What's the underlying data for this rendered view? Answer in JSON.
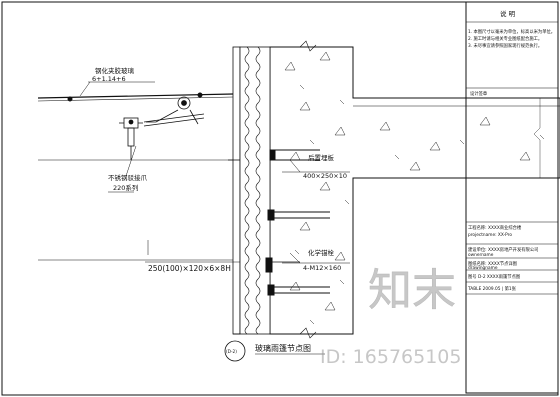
{
  "annotations": {
    "glass_spec": "钢化夹胶玻璃",
    "glass_thickness": "6+1.14+6",
    "steel_bracket": "不锈钢驳接爪",
    "steel_bracket_size": "220系列",
    "steel_section": "250(100)×120×6×8H",
    "embedded_plate_top": "后置埋板",
    "embedded_plate_top_size": "400×250×10",
    "embedded_plate_bottom": "化学锚栓",
    "embedded_plate_bottom_size": "4-M12×160"
  },
  "detail": {
    "marker": "(D-2)",
    "title": "玻璃雨篷节点图"
  },
  "title_block": {
    "header": "说  明",
    "notes": [
      "1. 本图尺寸以毫米为单位，标高以米为单位。",
      "2. 施工时请与相关专业图纸配合施工。",
      "3. 未尽事宜请参照国家现行规范执行。"
    ],
    "signature_header": "设计签章",
    "rows": [
      "工程名称: XXXX商业综合楼",
      "projectname: XX-Pro",
      "建设单位: XXXX房地产开发有限公司",
      "ownername",
      "图纸名称: XXXX节点详图",
      "drawingname",
      "图号 D-2   XXXX雨篷节点图",
      "TABLE  2009.05 | 第1张"
    ]
  },
  "watermark": {
    "logo_text": "知末",
    "id_text": "ID: 165765105"
  }
}
